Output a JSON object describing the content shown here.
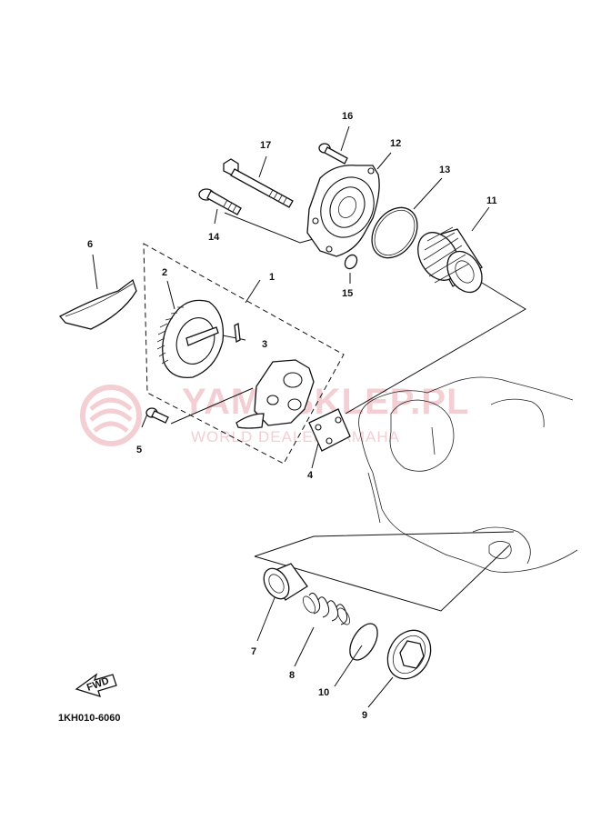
{
  "diagram": {
    "code": "1KH010-6060",
    "fwd_label": "FWD",
    "watermark": {
      "text": "YAMASKLEP.PL",
      "subtext": "WORLD DEALER YAMAHA"
    },
    "callouts": [
      "1",
      "2",
      "3",
      "4",
      "5",
      "6",
      "7",
      "8",
      "9",
      "10",
      "11",
      "12",
      "13",
      "14",
      "15",
      "16",
      "17"
    ]
  }
}
